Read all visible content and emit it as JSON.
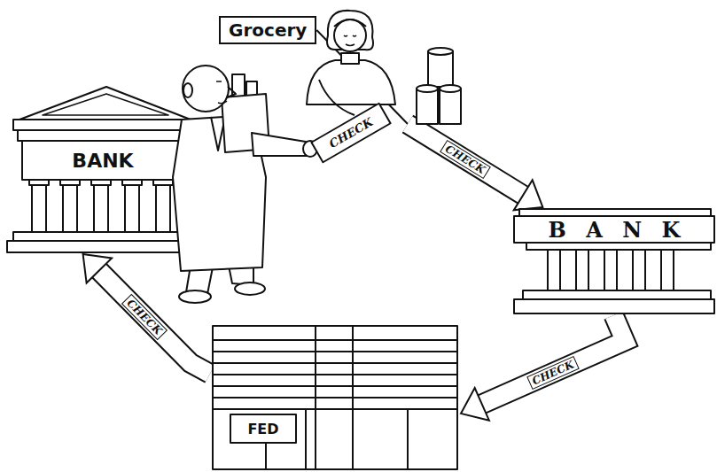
{
  "diagram": {
    "nodes": [
      {
        "text": [
          "Grocery"
        ]
      },
      {
        "text": [
          "BANK"
        ]
      },
      {
        "text": [
          "B A N K"
        ]
      },
      {
        "text": [
          "FED"
        ]
      }
    ],
    "edges": [
      {
        "from": 0,
        "to": 2,
        "arrow": "to",
        "label": "CHECK"
      },
      {
        "from": 2,
        "to": 3,
        "arrow": "to",
        "label": "CHECK"
      },
      {
        "from": 3,
        "to": 1,
        "arrow": "to",
        "label": "CHECK"
      }
    ],
    "labels": [
      "CHECK"
    ]
  }
}
